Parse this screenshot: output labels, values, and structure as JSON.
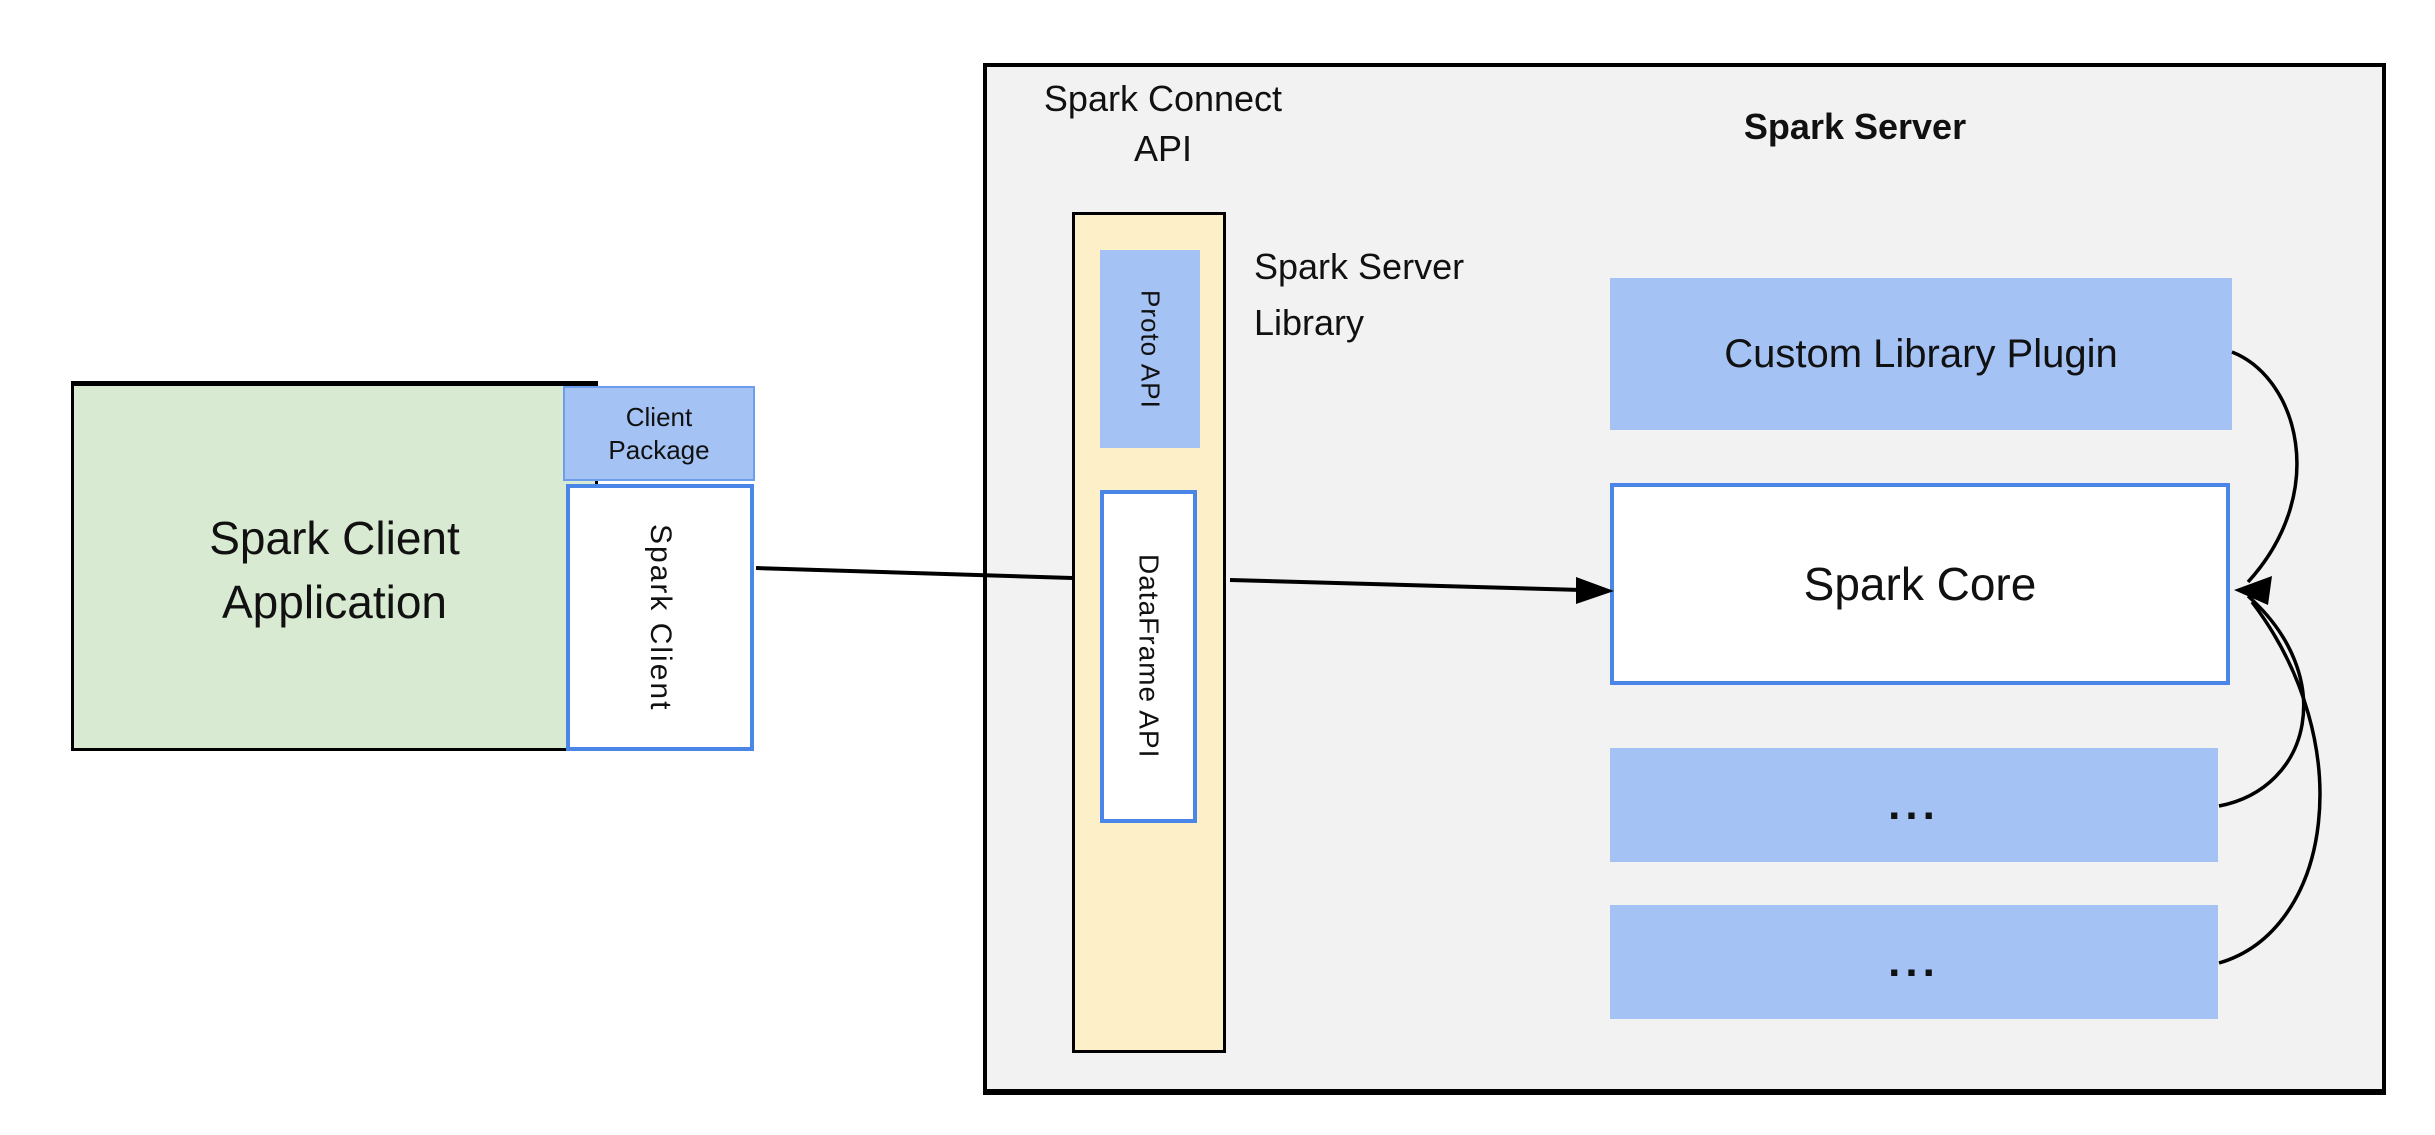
{
  "colors": {
    "green_fill": "#d9ead3",
    "blue_fill": "#a4c2f4",
    "blue_border_light": "#6d9eeb",
    "blue_border": "#4a86e8",
    "yellow_fill": "#fdefc8",
    "panel_fill": "#f2f2f2",
    "outline": "#000000",
    "text": "#111111"
  },
  "client": {
    "application": {
      "line1": "Spark Client",
      "line2": "Application"
    },
    "package": {
      "line1": "Client",
      "line2": "Package"
    },
    "spark_client_label": "Spark Client"
  },
  "connect_api": {
    "title_line1": "Spark Connect",
    "title_line2": "API",
    "proto_api_label": "Proto API",
    "dataframe_api_label": "DataFrame API",
    "server_library_line1": "Spark Server",
    "server_library_line2": "Library"
  },
  "server": {
    "title": "Spark Server",
    "custom_plugin_label": "Custom Library Plugin",
    "spark_core_label": "Spark Core",
    "slot1_label": "...",
    "slot2_label": "..."
  }
}
